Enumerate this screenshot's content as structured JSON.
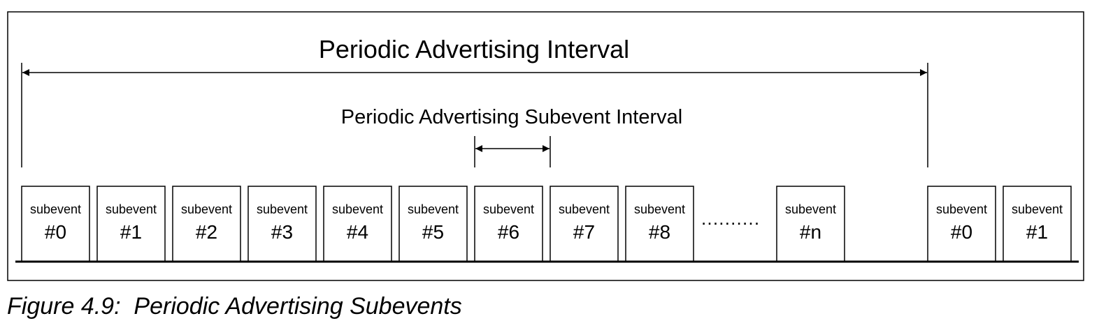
{
  "diagram": {
    "interval_label": "Periodic Advertising Interval",
    "subevent_interval_label": "Periodic Advertising Subevent Interval",
    "ellipsis": "..........",
    "subevents": [
      {
        "word": "subevent",
        "num": "#0"
      },
      {
        "word": "subevent",
        "num": "#1"
      },
      {
        "word": "subevent",
        "num": "#2"
      },
      {
        "word": "subevent",
        "num": "#3"
      },
      {
        "word": "subevent",
        "num": "#4"
      },
      {
        "word": "subevent",
        "num": "#5"
      },
      {
        "word": "subevent",
        "num": "#6"
      },
      {
        "word": "subevent",
        "num": "#7"
      },
      {
        "word": "subevent",
        "num": "#8"
      },
      {
        "word": "subevent",
        "num": "#n"
      },
      {
        "word": "subevent",
        "num": "#0"
      },
      {
        "word": "subevent",
        "num": "#1"
      }
    ]
  },
  "caption": "Figure 4.9:  Periodic Advertising Subevents"
}
